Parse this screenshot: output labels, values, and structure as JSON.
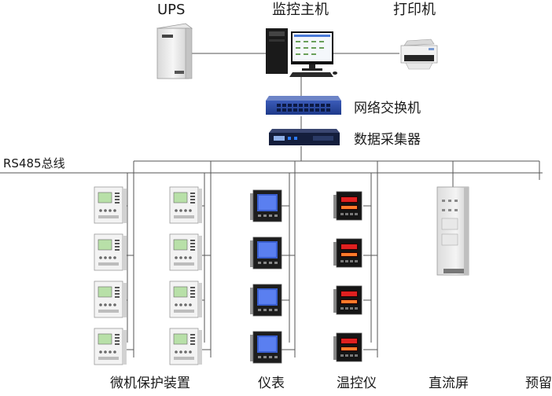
{
  "labels": {
    "ups": "UPS",
    "host": "监控主机",
    "printer": "打印机",
    "switch": "网络交换机",
    "collector": "数据采集器",
    "bus": "RS485总线",
    "protection": "微机保护装置",
    "meter": "仪表",
    "temp": "温控仪",
    "dc_screen": "直流屏",
    "reserved": "预留"
  },
  "colors": {
    "line": "#555555",
    "device_body": "#eeeeee",
    "screen_green": "#b8e0a8",
    "screen_blue": "#3a5fd0",
    "led_red": "#e02020",
    "switch_blue": "#1e3a8a",
    "collector_navy": "#141e3c"
  },
  "icons": {
    "ups": "ups-cabinet-icon",
    "host": "computer-workstation-icon",
    "printer": "printer-icon",
    "switch": "network-switch-icon",
    "collector": "data-collector-icon",
    "protection": "relay-protection-icon",
    "meter": "power-meter-icon",
    "temp": "temperature-controller-icon",
    "dc_screen": "dc-cabinet-icon"
  }
}
